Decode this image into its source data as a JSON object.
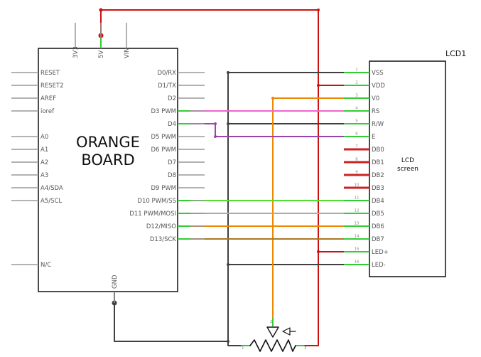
{
  "board": {
    "name_line1": "ORANGE",
    "name_line2": "BOARD",
    "top_pins": [
      "3V3",
      "5V",
      "VIN"
    ],
    "bottom_pin": "GND",
    "left_pins": [
      "RESET",
      "RESET2",
      "AREF",
      "ioref",
      "A0",
      "A1",
      "A2",
      "A3",
      "A4/SDA",
      "A5/SCL",
      "N/C"
    ],
    "right_pins": [
      "D0/RX",
      "D1/TX",
      "D2",
      "D3 PWM",
      "D4",
      "D5 PWM",
      "D6 PWM",
      "D7",
      "D8",
      "D9 PWM",
      "D10 PWM/SS",
      "D11 PWM/MOSI",
      "D12/MISO",
      "D13/SCK"
    ]
  },
  "lcd": {
    "title": "LCD1",
    "body_line1": "LCD",
    "body_line2": "screen",
    "pins": [
      "VSS",
      "VDD",
      "V0",
      "RS",
      "R/W",
      "E",
      "DB0",
      "DB1",
      "DB2",
      "DB3",
      "DB4",
      "DB5",
      "DB6",
      "DB7",
      "LED+",
      "LED-"
    ],
    "pin_numbers": [
      "1",
      "2",
      "3",
      "4",
      "5",
      "6",
      "7",
      "8",
      "9",
      "10",
      "11",
      "12",
      "13",
      "14",
      "15",
      "16"
    ]
  },
  "potentiometer": {
    "wiper_label": "2",
    "left_label": "1",
    "right_label": "3"
  },
  "colors": {
    "pin_green": "#33cc33",
    "pin_red": "#cc2222",
    "power_red": "#cc1111",
    "ground_dark": "#404040",
    "contrast_orange": "#ee8800",
    "rs_pink": "#ee66cc",
    "enable_purple": "#9944aa",
    "data_green": "#55dd33",
    "data_gray": "#aaaaaa",
    "data_olive": "#aa7722"
  }
}
